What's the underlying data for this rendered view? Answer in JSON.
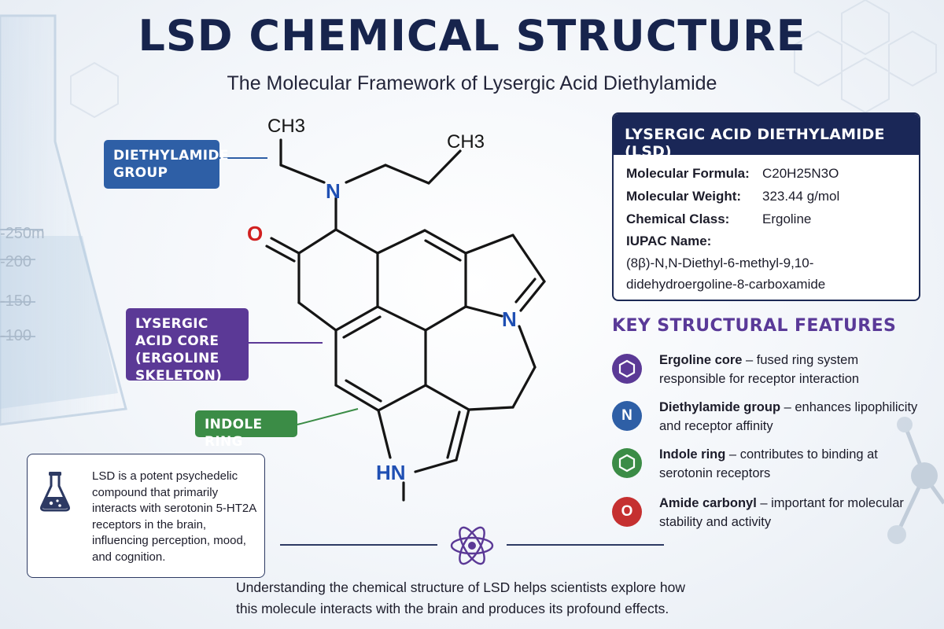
{
  "title": "LSD CHEMICAL STRUCTURE",
  "subtitle": "The Molecular Framework of Lysergic Acid Diethylamide",
  "background": {
    "beaker_marks": [
      "-250",
      "-200",
      "-150",
      "-100"
    ],
    "beaker_unit": "m"
  },
  "molecule": {
    "labels": {
      "ch3_top": "CH3",
      "ch3_right": "CH3",
      "n_amide": "N",
      "o_carbonyl": "O",
      "n_ring": "N",
      "hn_indole": "HN"
    }
  },
  "callouts": {
    "diethylamide": "DIETHYLAMIDE GROUP",
    "lysergic": "LYSERGIC ACID CORE (ERGOLINE SKELETON)",
    "indole": "INDOLE RING"
  },
  "info_box": {
    "title": "LYSERGIC ACID DIETHYLAMIDE (LSD)",
    "rows": [
      {
        "label": "Molecular Formula:",
        "value": "C20H25N3O"
      },
      {
        "label": "Molecular Weight:",
        "value": "323.44 g/mol"
      },
      {
        "label": "Chemical Class:",
        "value": "Ergoline"
      }
    ],
    "iupac_label": "IUPAC Name:",
    "iupac_value": "(8β)-N,N-Diethyl-6-methyl-9,10-didehydroergoline-8-carboxamide"
  },
  "features": {
    "title": "KEY STRUCTURAL FEATURES",
    "items": [
      {
        "icon": "hexagon-icon",
        "badge": "",
        "color": "#5b3996",
        "name": "Ergoline core",
        "desc": " – fused ring system responsible for receptor interaction"
      },
      {
        "icon": "n-letter-icon",
        "badge": "N",
        "color": "#2e5fa6",
        "name": "Diethylamide group",
        "desc": " – enhances lipophilicity and receptor affinity"
      },
      {
        "icon": "hexagon-icon",
        "badge": "",
        "color": "#3b8c46",
        "name": "Indole ring",
        "desc": " – contributes to binding at serotonin receptors"
      },
      {
        "icon": "o-letter-icon",
        "badge": "O",
        "color": "#c53030",
        "name": "Amide carbonyl",
        "desc": " – important for molecular stability and activity"
      }
    ]
  },
  "note": {
    "icon": "flask-icon",
    "text": "LSD is a potent psychedelic compound that primarily interacts with serotonin 5-HT2A receptors in the brain, influencing perception, mood, and cognition."
  },
  "footer": "Understanding the chemical structure of LSD helps scientists explore how this molecule interacts with the brain and produces its profound effects.",
  "colors": {
    "navy": "#1a2757",
    "purple": "#5b3996",
    "blue": "#2e5fa6",
    "green": "#3b8c46",
    "red": "#c53030",
    "heteroatom_blue": "#1f4fb3",
    "oxygen_red": "#d12020"
  }
}
